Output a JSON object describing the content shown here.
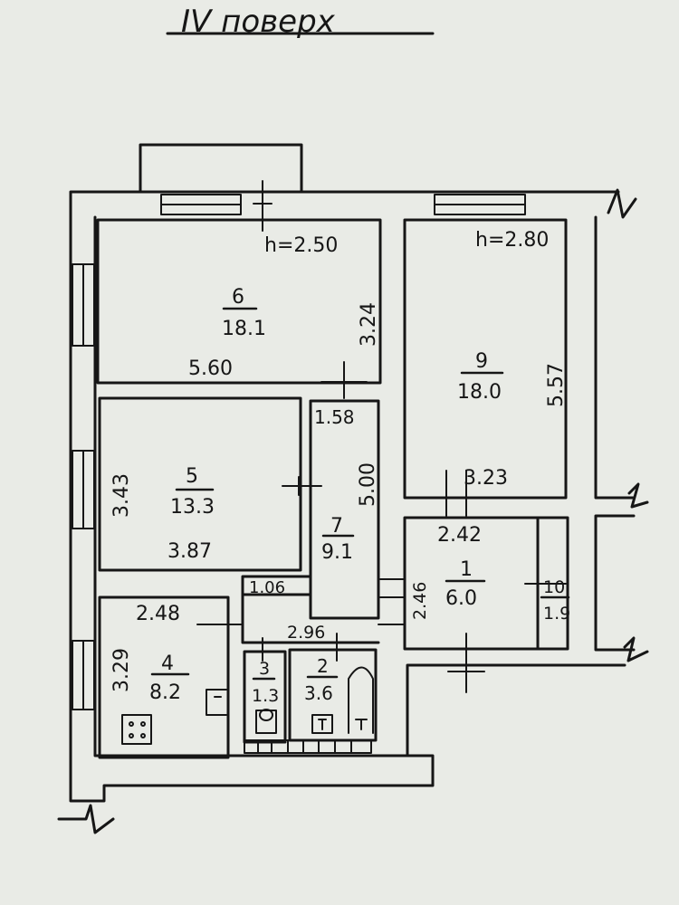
{
  "title": "IV поверх",
  "heights": {
    "left": "h=2.50",
    "right": "h=2.80"
  },
  "rooms": {
    "r6": {
      "num": "6",
      "area": "18.1",
      "width": "5.60",
      "depth": "3.24"
    },
    "r9": {
      "num": "9",
      "area": "18.0",
      "width": "3.23",
      "depth": "5.57"
    },
    "r5": {
      "num": "5",
      "area": "13.3",
      "width": "3.87",
      "depth": "3.43"
    },
    "r7": {
      "num": "7",
      "area": "9.1",
      "width": "1.58",
      "depth": "5.00"
    },
    "r1": {
      "num": "1",
      "area": "6.0",
      "width": "2.42",
      "depth": "2.46"
    },
    "r10": {
      "num": "10",
      "area": "1.9"
    },
    "r4": {
      "num": "4",
      "area": "8.2",
      "width": "2.48",
      "depth": "3.29"
    },
    "r3": {
      "num": "3",
      "area": "1.3"
    },
    "r2": {
      "num": "2",
      "area": "3.6"
    }
  },
  "dims": {
    "d106": "1.06",
    "d296": "2.96"
  },
  "colors": {
    "ink": "#161616",
    "paper": "#e9ebe6"
  }
}
